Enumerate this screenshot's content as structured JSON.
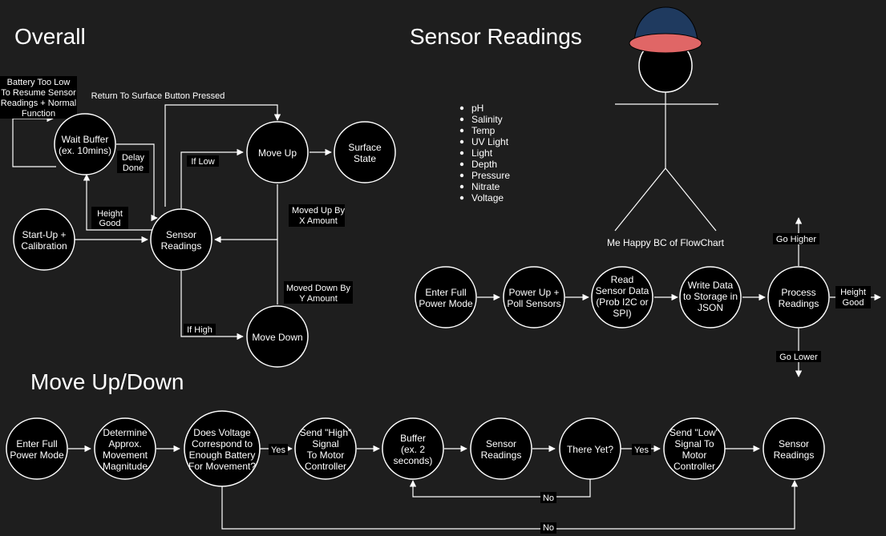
{
  "headings": {
    "overall": "Overall",
    "sensor_readings": "Sensor Readings",
    "move_up_down": "Move Up/Down"
  },
  "overall": {
    "nodes": {
      "wait_buffer": [
        "Wait Buffer",
        "(ex. 10mins)"
      ],
      "startup": [
        "Start-Up +",
        "Calibration"
      ],
      "sensor_readings": [
        "Sensor",
        "Readings"
      ],
      "move_up": [
        "Move Up"
      ],
      "surface_state": [
        "Surface",
        "State"
      ],
      "move_down": [
        "Move Down"
      ]
    },
    "labels": {
      "battery_low": [
        "Battery Too Low",
        "To Resume Sensor",
        "Readings + Normal",
        "Function"
      ],
      "return_surface": [
        "Return To Surface Button Pressed"
      ],
      "delay_done": [
        "Delay",
        "Done"
      ],
      "height_good": [
        "Height",
        "Good"
      ],
      "if_low": [
        "If Low"
      ],
      "if_high": [
        "If High"
      ],
      "moved_up": [
        "Moved Up By",
        "X Amount"
      ],
      "moved_down": [
        "Moved Down By",
        "Y Amount"
      ]
    }
  },
  "sensor_list": [
    "pH",
    "Salinity",
    "Temp",
    "UV Light",
    "Light",
    "Depth",
    "Pressure",
    "Nitrate",
    "Voltage"
  ],
  "stick_figure": {
    "caption": "Me Happy BC of FlowChart",
    "hat_top_color": "#1f3a5f",
    "hat_brim_color": "#e06666"
  },
  "sensor_flow": {
    "nodes": {
      "enter_full": [
        "Enter Full",
        "Power Mode"
      ],
      "power_up": [
        "Power Up +",
        "Poll Sensors"
      ],
      "read_data": [
        "Read",
        "Sensor Data",
        "(Prob I2C or",
        "SPI)"
      ],
      "write_data": [
        "Write Data",
        "to Storage in",
        "JSON"
      ],
      "process": [
        "Process",
        "Readings"
      ]
    },
    "labels": {
      "go_higher": [
        "Go Higher"
      ],
      "go_lower": [
        "Go Lower"
      ],
      "height_good": [
        "Height",
        "Good"
      ]
    }
  },
  "move_flow": {
    "nodes": {
      "enter_full": [
        "Enter Full",
        "Power Mode"
      ],
      "determine": [
        "Determine",
        "Approx.",
        "Movement",
        "Magnitude"
      ],
      "voltage": [
        "Does Voltage",
        "Correspond to",
        "Enough Battery",
        "For Movement?"
      ],
      "send_high": [
        "Send \"High\"",
        "Signal",
        "To Motor",
        "Controller"
      ],
      "buffer": [
        "Buffer",
        "(ex. 2",
        "seconds)"
      ],
      "sensor_readings": [
        "Sensor",
        "Readings"
      ],
      "there_yet": [
        "There Yet?"
      ],
      "send_low": [
        "Send \"Low\"",
        "Signal To",
        "Motor",
        "Controller"
      ],
      "sensor_readings_2": [
        "Sensor",
        "Readings"
      ]
    },
    "labels": {
      "yes_1": [
        "Yes"
      ],
      "yes_2": [
        "Yes"
      ],
      "no_1": [
        "No"
      ],
      "no_2": [
        "No"
      ]
    }
  }
}
